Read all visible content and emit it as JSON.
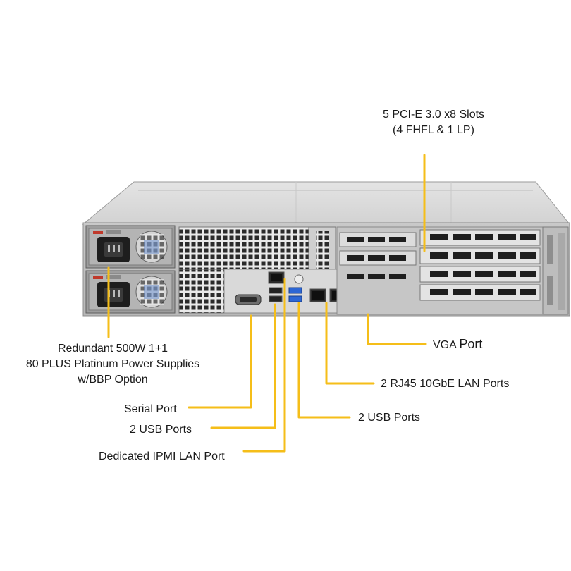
{
  "accent_color": "#F5BE19",
  "labels": {
    "pcie": [
      "5 PCI-E 3.0 x8 Slots",
      "(4 FHFL & 1 LP)"
    ],
    "psu": [
      "Redundant 500W 1+1",
      "80 PLUS Platinum Power Supplies",
      "w/BBP Option"
    ],
    "serial": "Serial Port",
    "usb_left": "2 USB Ports",
    "ipmi": "Dedicated IPMI LAN Port",
    "vga_prefix": "VGA ",
    "vga_suffix": "Port",
    "lan": "2 RJ45 10GbE LAN Ports",
    "usb_right": "2 USB Ports"
  }
}
